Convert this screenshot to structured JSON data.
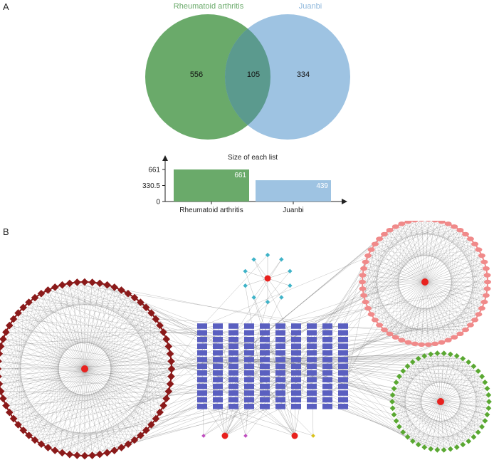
{
  "panels": {
    "a": "A",
    "b": "B"
  },
  "venn": {
    "set1_name": "Rheumatoid arthritis",
    "set2_name": "Juanbi",
    "only1": "556",
    "both": "105",
    "only2": "334",
    "set1_color": "#6aaa6a",
    "set2_color": "#9ec3e2",
    "overlap_color": "#5b9a8e"
  },
  "chart_data": {
    "type": "bar",
    "title": "Size of each list",
    "categories": [
      "Rheumatoid arthritis",
      "Juanbi"
    ],
    "values": [
      661,
      439
    ],
    "ylim": [
      0,
      661
    ],
    "yticks": [
      "661",
      "330.5",
      "0"
    ],
    "value_labels": [
      "661",
      "439"
    ],
    "colors": [
      "#6aaa6a",
      "#9ec3e2"
    ]
  },
  "network": {
    "colors": {
      "left_cluster": "#8b1a1a",
      "top_cluster": "#3fb3c8",
      "right_top_cluster": "#f08a8a",
      "right_bottom_cluster": "#5aa832",
      "targets": "#5a5fc0",
      "hub": "#e8211e",
      "edges": "#777777"
    }
  }
}
